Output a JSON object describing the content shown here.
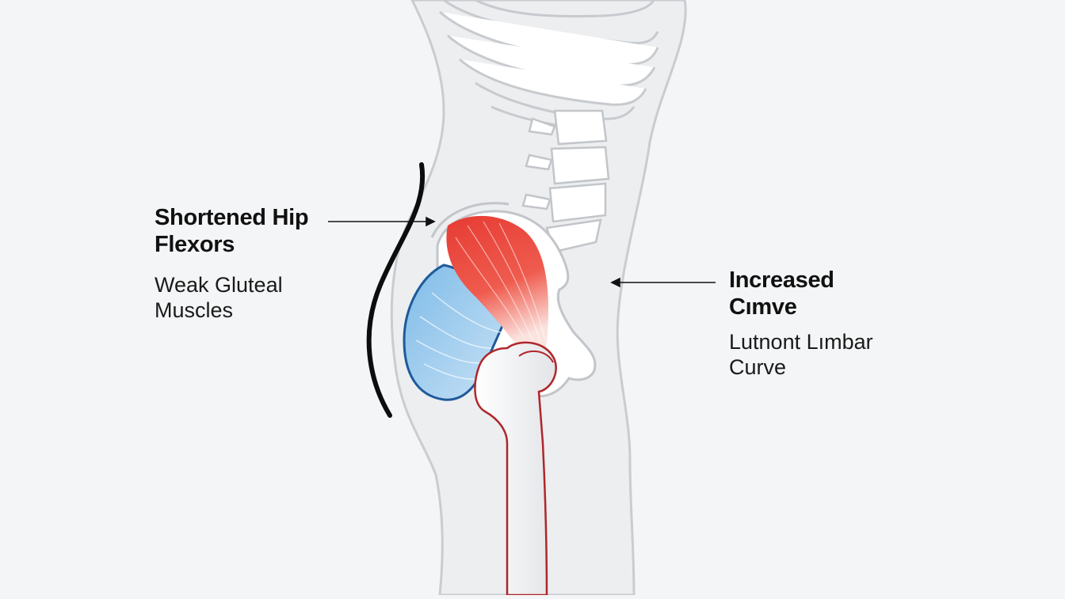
{
  "labels": {
    "shortened_hip_flexors": "Shortened Hip\nFlexors",
    "weak_gluteal_muscles": "Weak Gluteal\nMuscles",
    "increased_curve": "Increased\nCımve",
    "lumbar_curve": "Lutnont Lımbar\nCurve"
  },
  "colors": {
    "background": "#f4f5f6",
    "body_fill": "#eceef0",
    "outline": "#c9ccd0",
    "hip_flexor": "#e8453c",
    "glute": "#8ec3ea",
    "glute_outline": "#1f5a9a",
    "femur_outline": "#b0262a",
    "arrow": "#111111"
  }
}
